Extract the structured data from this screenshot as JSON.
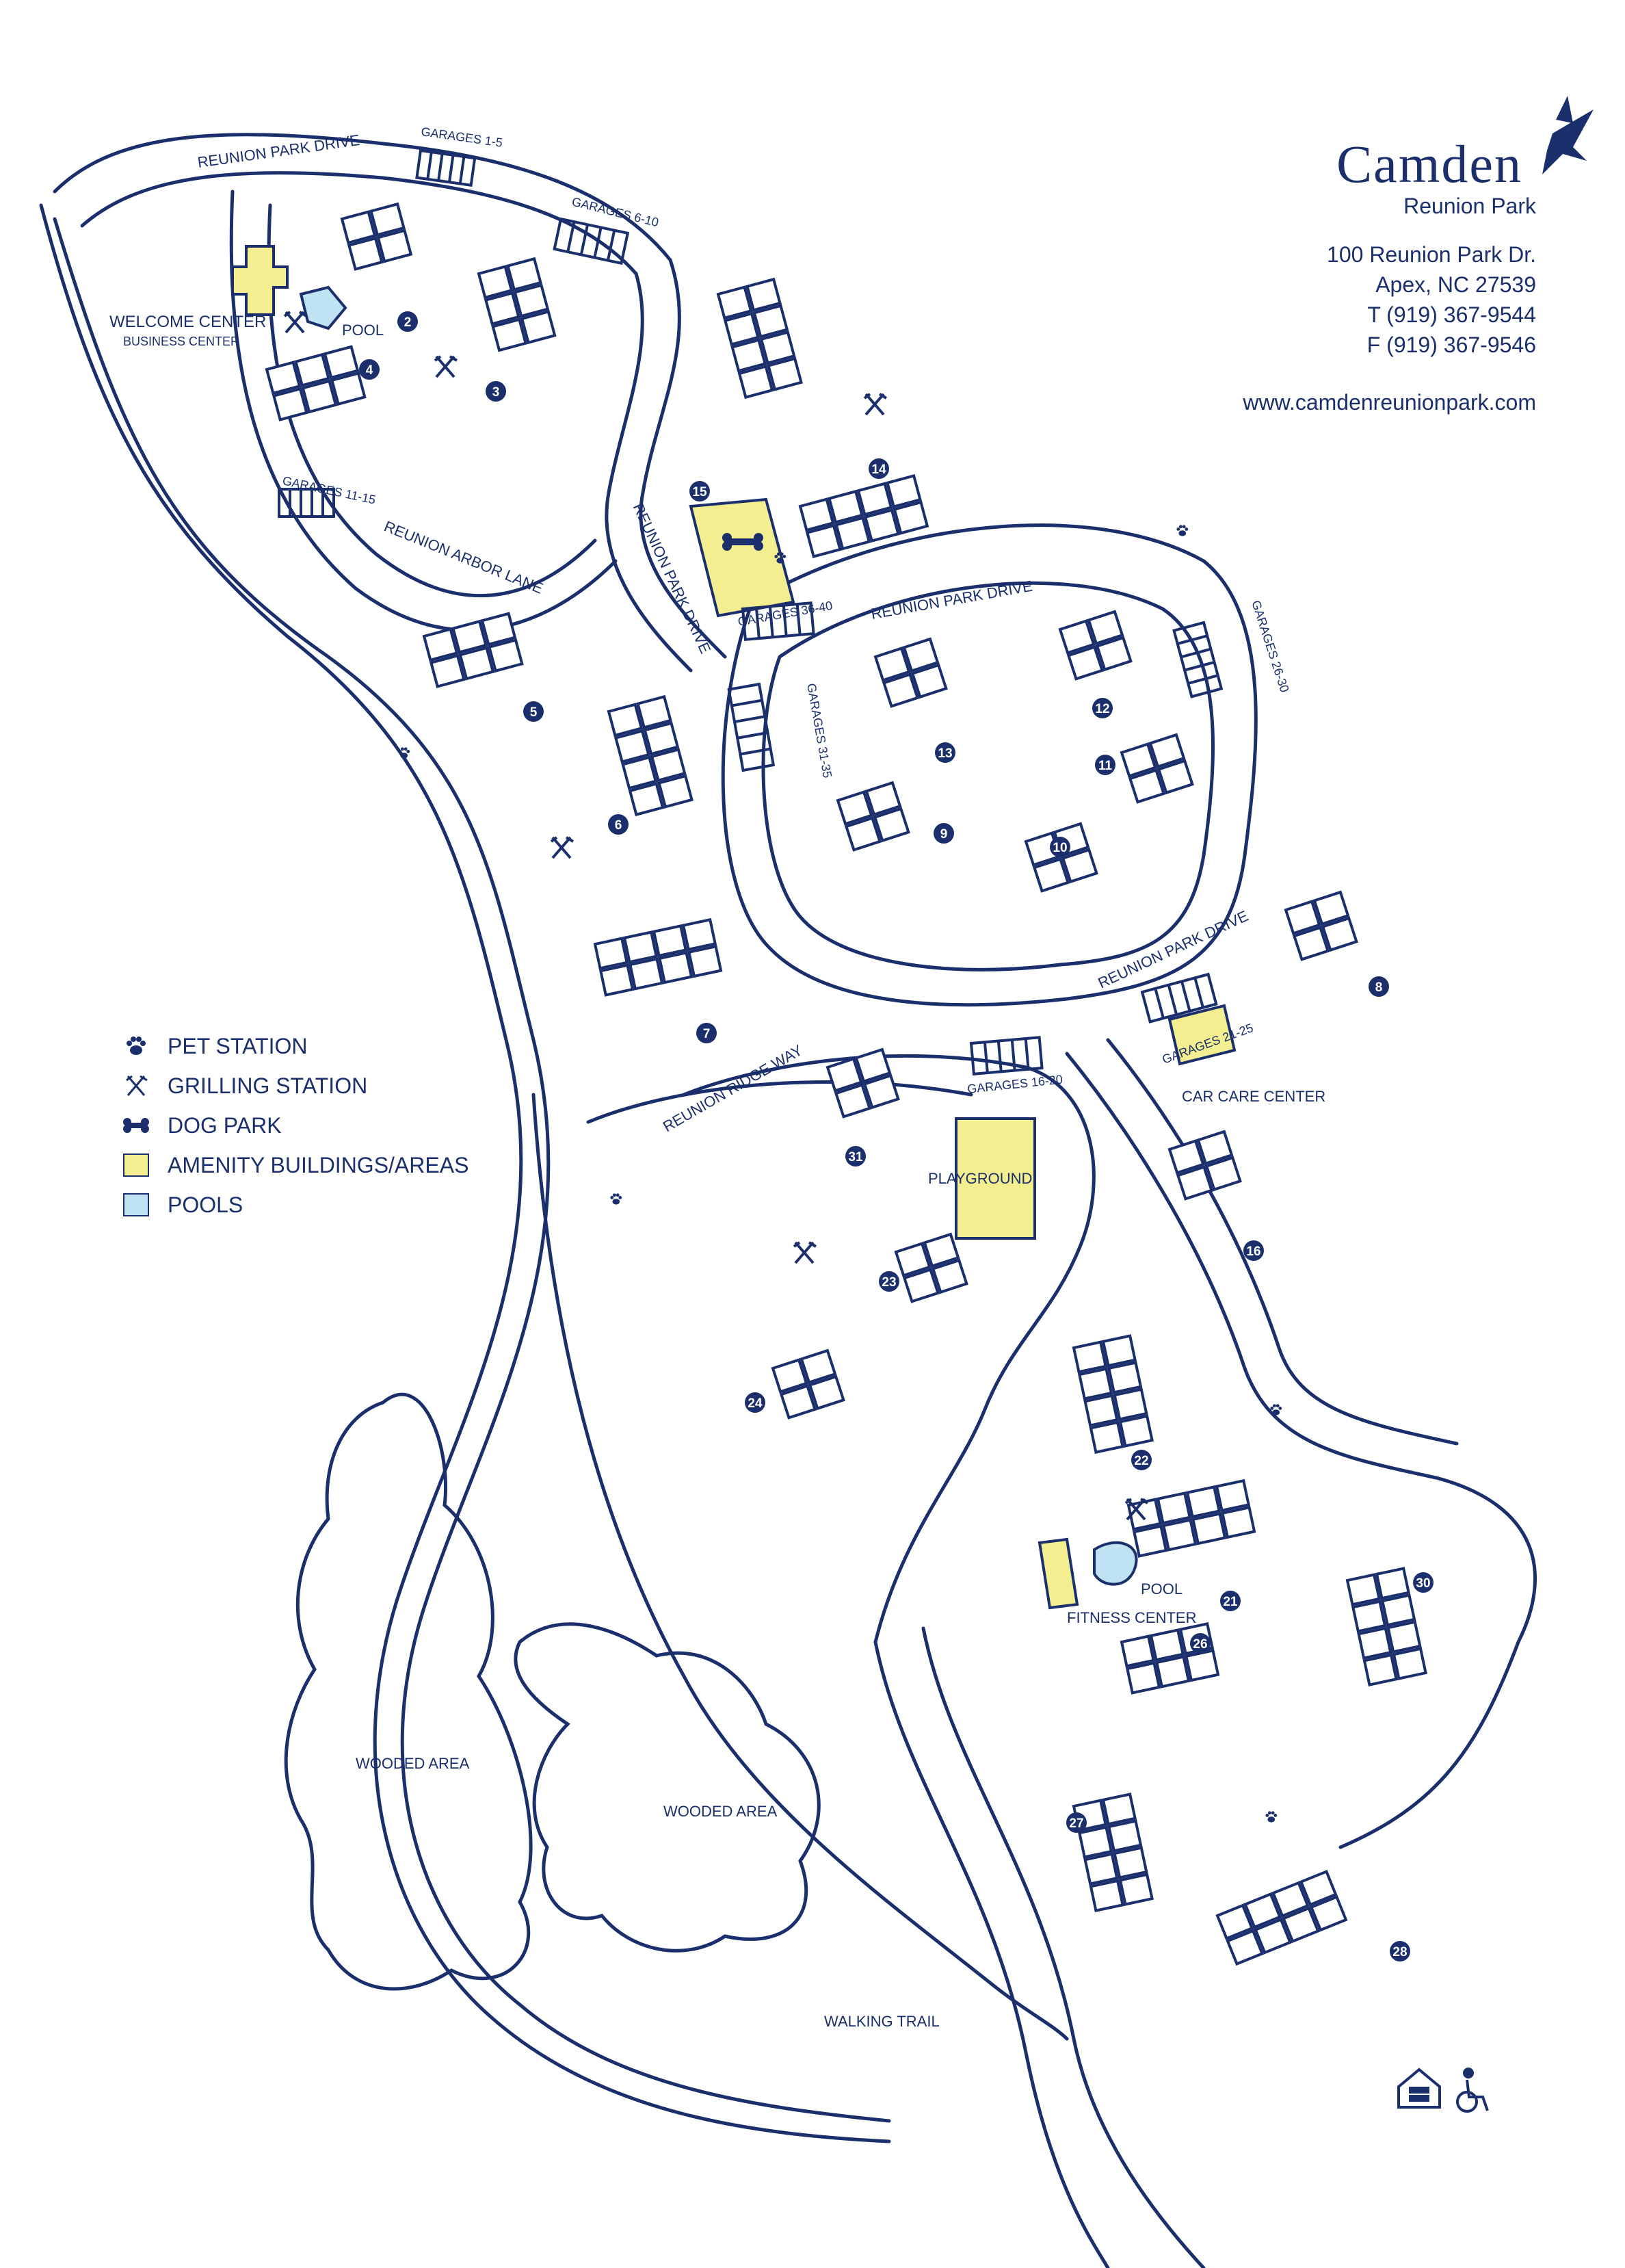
{
  "brand": {
    "name": "Camden",
    "subtitle": "Reunion Park"
  },
  "contact": {
    "address_line1": "100 Reunion Park Dr.",
    "address_line2": "Apex, NC  27539",
    "phone": "T (919) 367-9544",
    "fax": "F (919) 367-9546",
    "website": "www.camdenreunionpark.com"
  },
  "legend": [
    {
      "label": "PET STATION",
      "icon": "paw-icon"
    },
    {
      "label": "GRILLING STATION",
      "icon": "grill-icon"
    },
    {
      "label": "DOG PARK",
      "icon": "bone-icon"
    },
    {
      "label": "AMENITY BUILDINGS/AREAS",
      "icon": "amenity-swatch",
      "color": "#f3ee8f"
    },
    {
      "label": "POOLS",
      "icon": "pool-swatch",
      "color": "#bfe3f2"
    }
  ],
  "colors": {
    "ink": "#1a2f6b",
    "amenity": "#f3ee8f",
    "pool": "#bfe3f2"
  },
  "streets": {
    "reunion_park_drive": "REUNION PARK DRIVE",
    "reunion_arbor_lane": "REUNION ARBOR LANE",
    "reunion_ridge_way": "REUNION RIDGE WAY",
    "walking_trail": "WALKING TRAIL"
  },
  "garages": {
    "g1_5": "GARAGES 1-5",
    "g6_10": "GARAGES 6-10",
    "g11_15": "GARAGES 11-15",
    "g16_20": "GARAGES 16-20",
    "g21_25": "GARAGES 21-25",
    "g26_30": "GARAGES 26-30",
    "g31_35": "GARAGES 31-35",
    "g36_40": "GARAGES 36-40"
  },
  "amenities": {
    "welcome_center": "WELCOME CENTER",
    "business_center": "BUSINESS CENTER",
    "pool": "POOL",
    "playground": "PLAYGROUND",
    "car_care_center": "CAR CARE CENTER",
    "fitness_center": "FITNESS CENTER",
    "wooded_area": "WOODED AREA"
  },
  "building_numbers": [
    "2",
    "3",
    "4",
    "5",
    "6",
    "7",
    "8",
    "9",
    "10",
    "11",
    "12",
    "13",
    "14",
    "15",
    "16",
    "21",
    "22",
    "23",
    "24",
    "26",
    "27",
    "28",
    "30",
    "31"
  ]
}
